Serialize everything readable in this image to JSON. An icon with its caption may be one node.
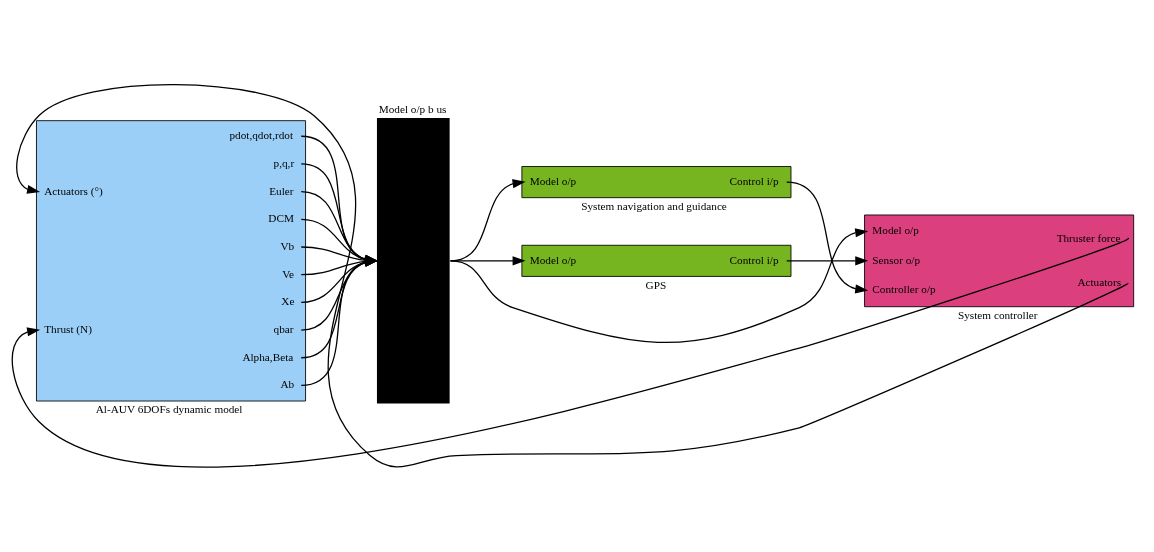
{
  "diagram": {
    "nodes": [
      {
        "text": [
          "Actuators (°)",
          "Thrust (N)",
          "pdot,qdot,rdot",
          "p,q,r",
          "Euler",
          "DCM",
          "Vb",
          "Ve",
          "Xe",
          "qbar",
          "Alpha,Beta",
          "Ab"
        ],
        "beside": [
          "Al-AUV 6DOFs dynamic model"
        ]
      },
      {
        "text": [],
        "shape": "bar",
        "beside": [
          "Model o/p b us"
        ]
      },
      {
        "text": [
          "Model o/p",
          "Control i/p"
        ],
        "beside": [
          "System navigation and guidance"
        ]
      },
      {
        "text": [
          "Model o/p",
          "Control i/p"
        ],
        "beside": [
          "GPS"
        ]
      },
      {
        "text": [
          "Thruster force",
          "Actuators",
          "Model o/p",
          "Sensor o/p",
          "Controller o/p"
        ],
        "beside": [
          "System controller"
        ]
      }
    ],
    "edges": [
      {
        "from": 0,
        "to": 1,
        "arrow": "to"
      },
      {
        "from": 0,
        "to": 1,
        "arrow": "to"
      },
      {
        "from": 0,
        "to": 1,
        "arrow": "to"
      },
      {
        "from": 0,
        "to": 1,
        "arrow": "to"
      },
      {
        "from": 0,
        "to": 1,
        "arrow": "to"
      },
      {
        "from": 0,
        "to": 1,
        "arrow": "to"
      },
      {
        "from": 0,
        "to": 1,
        "arrow": "to"
      },
      {
        "from": 0,
        "to": 1,
        "arrow": "to"
      },
      {
        "from": 0,
        "to": 1,
        "arrow": "to"
      },
      {
        "from": 0,
        "to": 1,
        "arrow": "to"
      },
      {
        "from": 1,
        "to": 2,
        "arrow": "to"
      },
      {
        "from": 1,
        "to": 3,
        "arrow": "to"
      },
      {
        "from": 1,
        "to": 4,
        "arrow": "to"
      },
      {
        "from": 2,
        "to": 4,
        "arrow": "to"
      },
      {
        "from": 3,
        "to": 4,
        "arrow": "to"
      },
      {
        "from": 4,
        "to": 0,
        "arrow": "to"
      },
      {
        "from": 4,
        "to": 0,
        "arrow": "to"
      }
    ]
  }
}
